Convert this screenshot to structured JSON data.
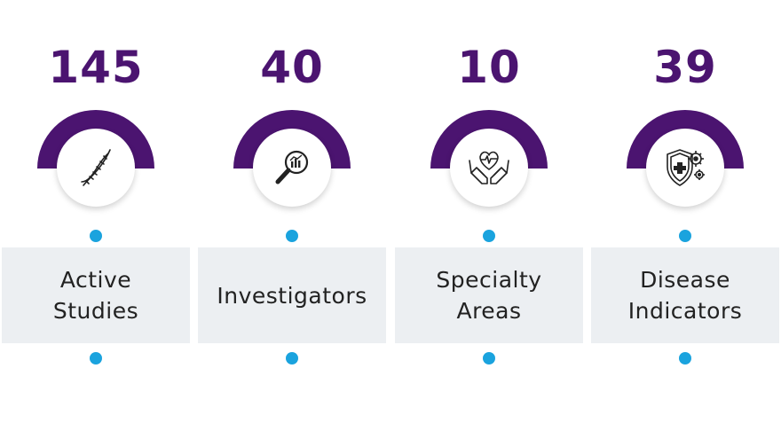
{
  "theme": {
    "accent": "#4b1470",
    "dot": "#1aa3de",
    "box": "#eceff2",
    "text": "#222222"
  },
  "stats": [
    {
      "number": "145",
      "label": "Active\nStudies",
      "icon": "dna-icon"
    },
    {
      "number": "40",
      "label": "Investigators",
      "icon": "magnifier-chart-icon"
    },
    {
      "number": "10",
      "label": "Specialty\nAreas",
      "icon": "heart-hands-icon"
    },
    {
      "number": "39",
      "label": "Disease\nIndicators",
      "icon": "shield-virus-icon"
    }
  ]
}
